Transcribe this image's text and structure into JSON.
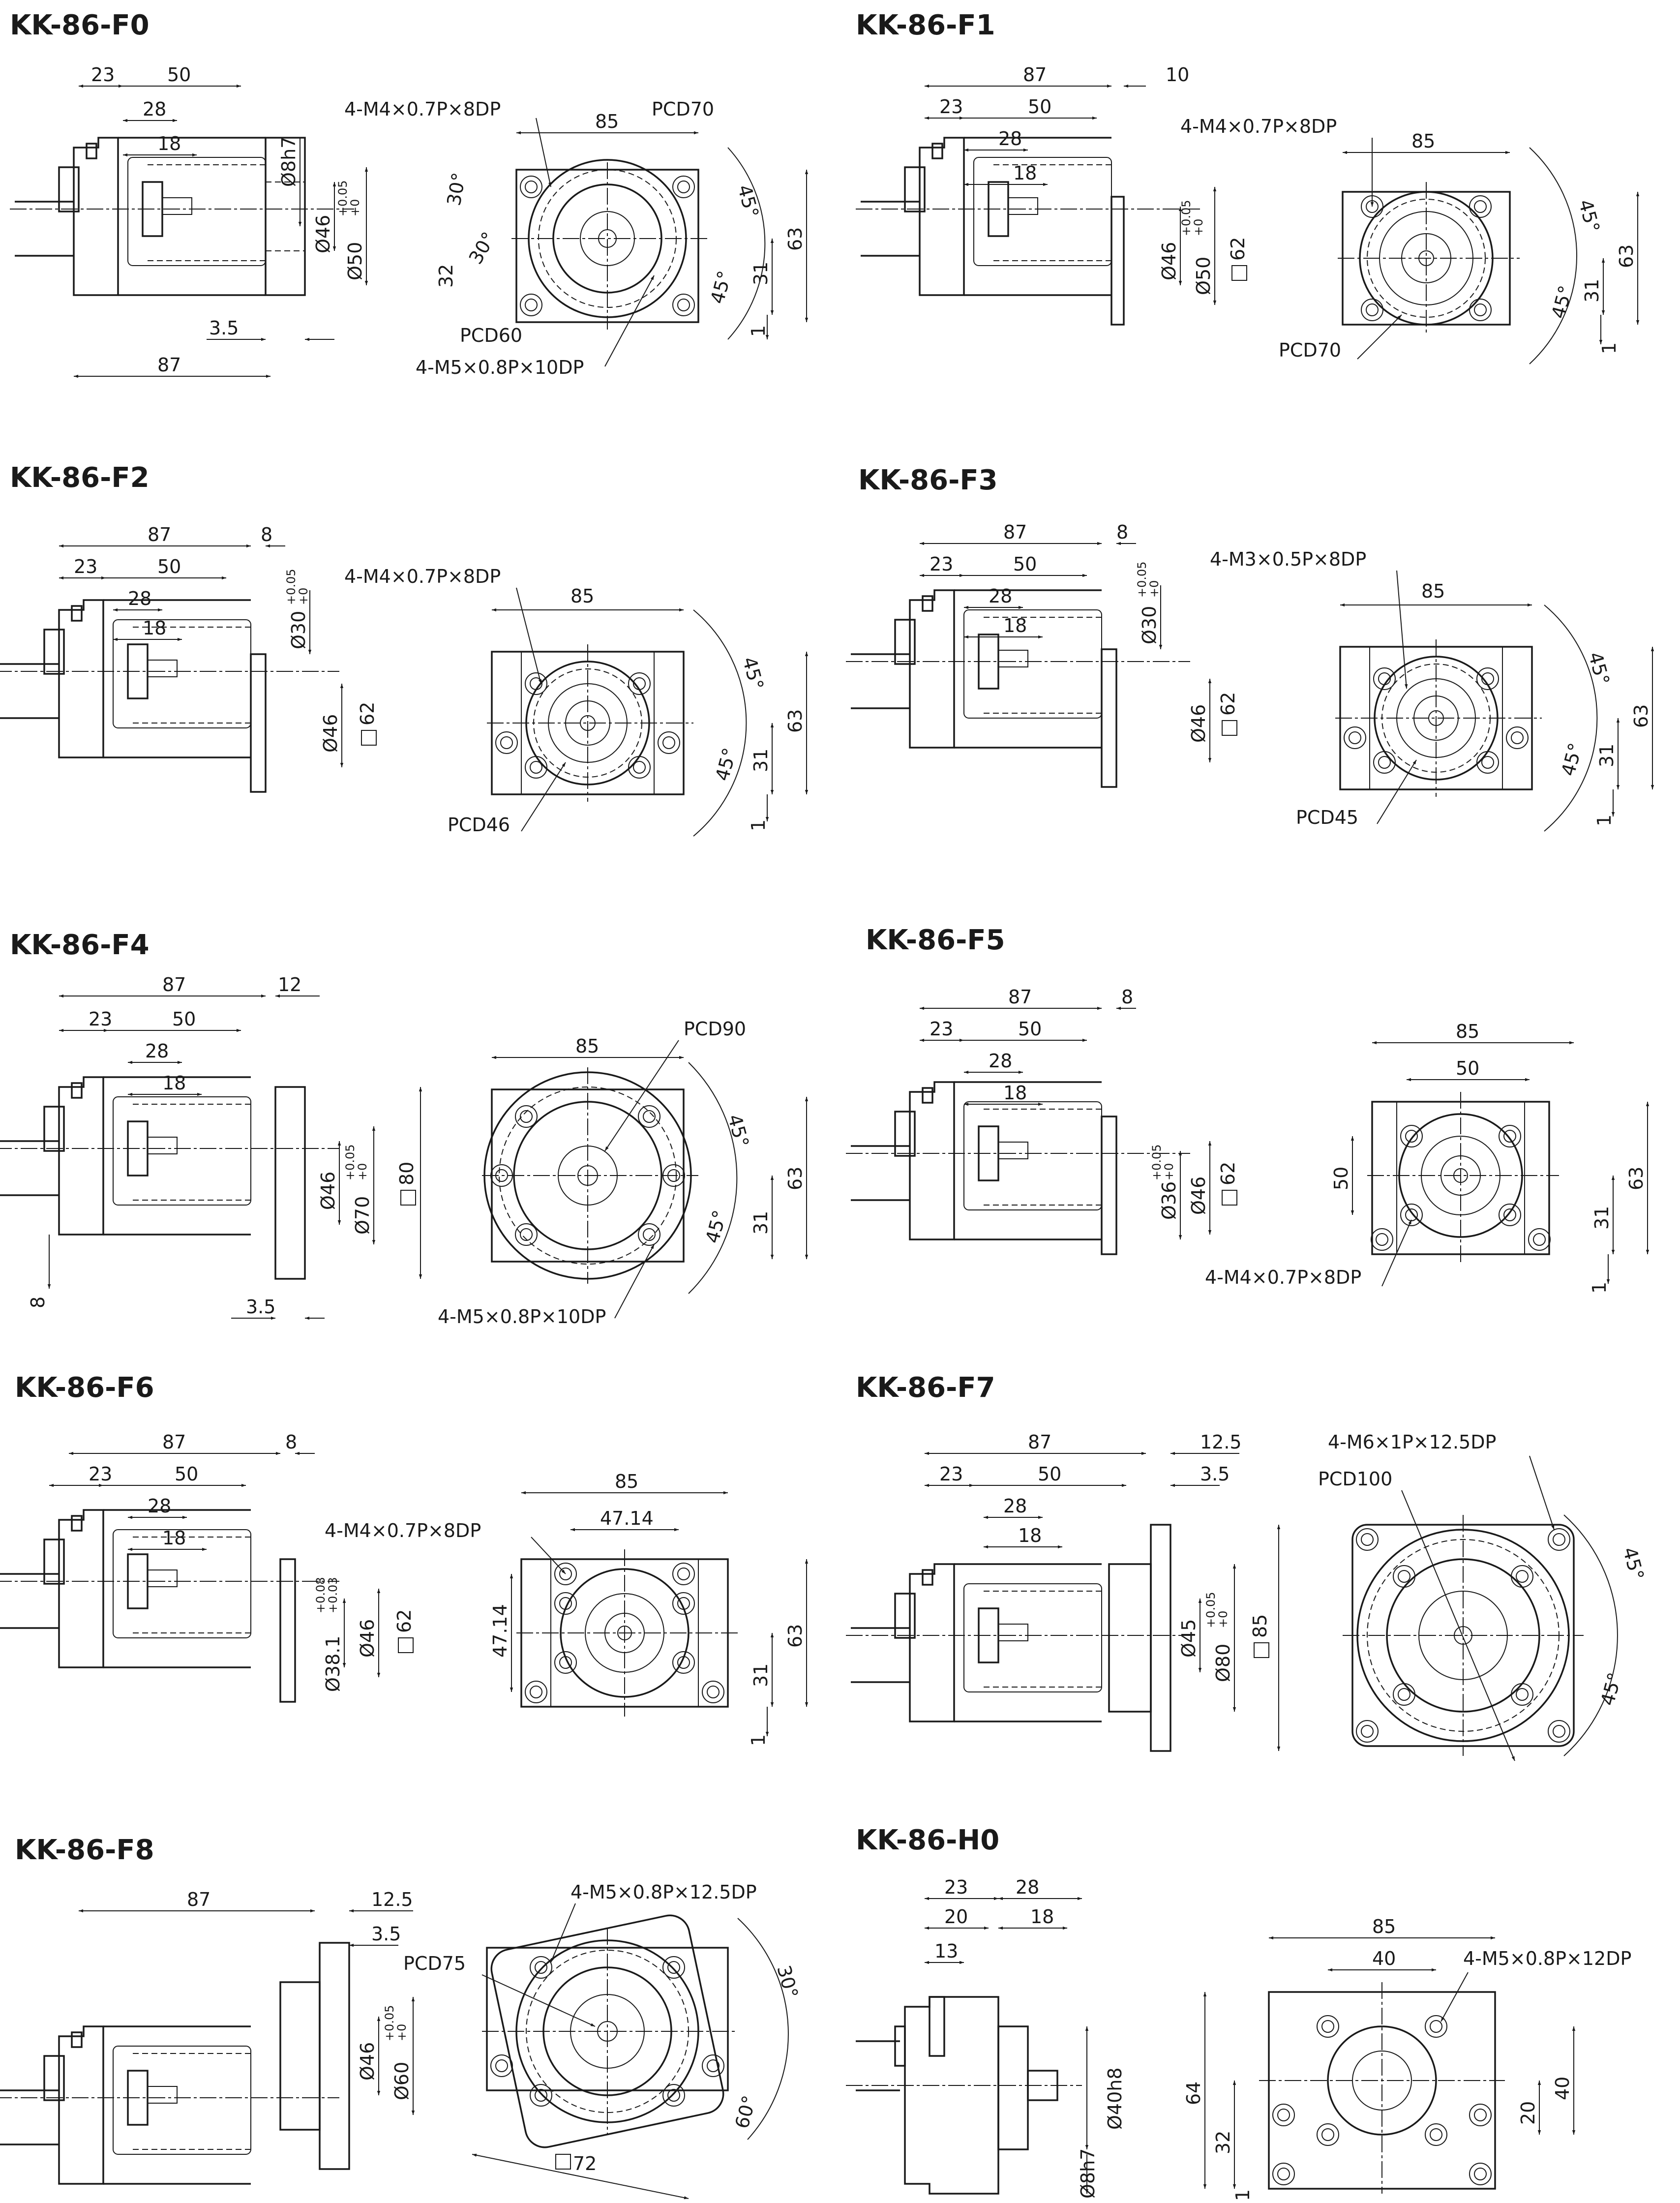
{
  "panels": [
    {
      "title": "KK-86-F0",
      "texts": [
        "23",
        "50",
        "28",
        "18",
        "87",
        "3.5",
        "Ø8h7",
        "Ø46",
        "Ø50",
        "+0.05",
        "+0",
        "4-M4×0.7P×8DP",
        "85",
        "PCD70",
        "63",
        "31",
        "1",
        "45°",
        "45°",
        "30°",
        "30°",
        "32",
        "PCD60",
        "4-M5×0.8P×10DP"
      ]
    },
    {
      "title": "KK-86-F1",
      "texts": [
        "87",
        "10",
        "23",
        "50",
        "28",
        "18",
        "Ø46",
        "Ø50",
        "+0.05",
        "+0",
        "62",
        "4-M4×0.7P×8DP",
        "85",
        "45°",
        "45°",
        "63",
        "31",
        "1",
        "PCD70"
      ]
    },
    {
      "title": "KK-86-F2",
      "texts": [
        "87",
        "8",
        "23",
        "50",
        "28",
        "18",
        "Ø30",
        "+0.05",
        "+0",
        "Ø46",
        "62",
        "4-M4×0.7P×8DP",
        "85",
        "45°",
        "45°",
        "63",
        "31",
        "1",
        "PCD46"
      ]
    },
    {
      "title": "KK-86-F3",
      "texts": [
        "87",
        "8",
        "23",
        "50",
        "28",
        "18",
        "Ø30",
        "+0.05",
        "+0",
        "Ø46",
        "62",
        "4-M3×0.5P×8DP",
        "85",
        "45°",
        "45°",
        "63",
        "31",
        "1",
        "PCD45"
      ]
    },
    {
      "title": "KK-86-F4",
      "texts": [
        "87",
        "12",
        "23",
        "50",
        "28",
        "18",
        "Ø46",
        "Ø70",
        "+0.05",
        "+0",
        "80",
        "8",
        "3.5",
        "85",
        "PCD90",
        "45°",
        "45°",
        "63",
        "31",
        "4-M5×0.8P×10DP"
      ]
    },
    {
      "title": "KK-86-F5",
      "texts": [
        "87",
        "8",
        "23",
        "50",
        "28",
        "18",
        "Ø36",
        "+0.05",
        "+0",
        "Ø46",
        "62",
        "85",
        "50",
        "50",
        "63",
        "31",
        "1",
        "4-M4×0.7P×8DP"
      ]
    },
    {
      "title": "KK-86-F6",
      "texts": [
        "87",
        "8",
        "23",
        "50",
        "28",
        "18",
        "4-M4×0.7P×8DP",
        "Ø38.1",
        "+0.08",
        "+0.03",
        "Ø46",
        "62",
        "85",
        "47.14",
        "47.14",
        "63",
        "31",
        "1"
      ]
    },
    {
      "title": "KK-86-F7",
      "texts": [
        "87",
        "12.5",
        "3.5",
        "23",
        "50",
        "28",
        "18",
        "Ø45",
        "Ø80",
        "+0.05",
        "+0",
        "85",
        "4-M6×1P×12.5DP",
        "PCD100",
        "45°",
        "45°"
      ]
    },
    {
      "title": "KK-86-F8",
      "texts": [
        "87",
        "12.5",
        "3.5",
        "Ø46",
        "Ø60",
        "+0.05",
        "+0",
        "4-M5×0.8P×12.5DP",
        "PCD75",
        "30°",
        "60°",
        "72"
      ]
    },
    {
      "title": "KK-86-H0",
      "texts": [
        "23",
        "28",
        "20",
        "18",
        "13",
        "Ø40h8",
        "Ø8h7",
        "85",
        "40",
        "4-M5×0.8P×12DP",
        "64",
        "32",
        "40",
        "20",
        "1"
      ]
    }
  ]
}
